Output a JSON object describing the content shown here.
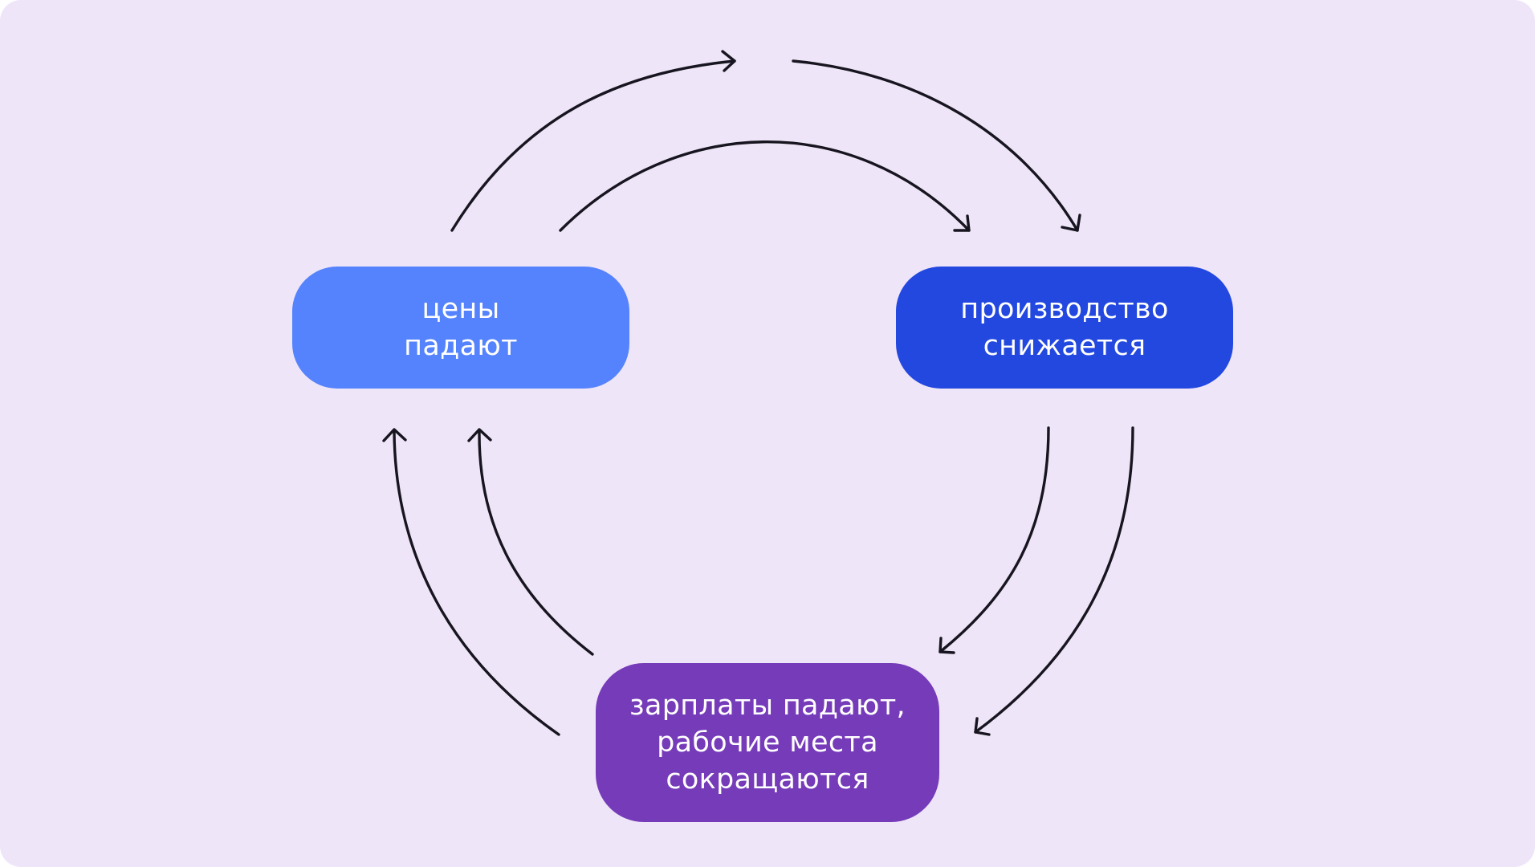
{
  "colors": {
    "background": "#efe5f8",
    "arrow": "#17151f",
    "node_prices": "#5583fd",
    "node_production": "#2248e0",
    "node_wages": "#763bb9",
    "text": "#ffffff"
  },
  "nodes": {
    "prices": {
      "label": "цены\nпадают"
    },
    "production": {
      "label": "производство\nснижается"
    },
    "wages": {
      "label": "зарплаты падают,\nрабочие места\nсокращаются"
    }
  },
  "edges": [
    {
      "from": "prices",
      "to": "production",
      "count": 2
    },
    {
      "from": "production",
      "to": "wages",
      "count": 2
    },
    {
      "from": "wages",
      "to": "prices",
      "count": 2
    }
  ]
}
